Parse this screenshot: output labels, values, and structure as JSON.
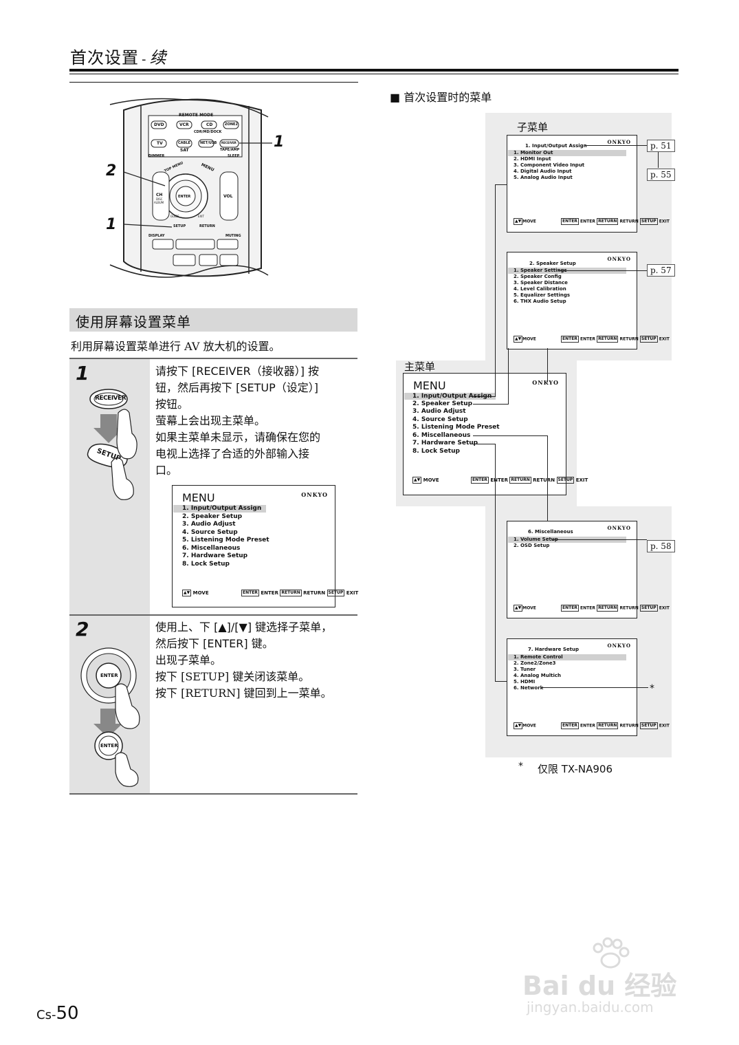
{
  "header": {
    "title": "首次设置",
    "dash": "-",
    "subtitle": "续"
  },
  "remote": {
    "callout_1a": "1",
    "callout_2": "2",
    "callout_1b": "1",
    "labels": {
      "remote_mode": "REMOTE MODE",
      "dvd": "DVD",
      "vcr": "VCR",
      "cd": "CD",
      "zone2": "ZONE2",
      "cdr": "CDR/MD/DOCK",
      "tv": "TV",
      "cable": "CABLE",
      "net_usb": "NET/USB",
      "receiver": "RECEIVER",
      "sat": "SAT",
      "tape_amp": "TAPE/AMP",
      "dimmer": "DIMMER",
      "sleep": "SLEEP",
      "top_menu": "TOP MENU",
      "menu": "MENU",
      "ch": "CH",
      "disc": "DISC",
      "album": "ALBUM",
      "vol": "VOL",
      "enter": "ENTER",
      "guide": "GUIDE",
      "exit": "EXIT",
      "setup": "SETUP",
      "return": "RETURN",
      "display": "DISPLAY",
      "muting": "MUTING"
    }
  },
  "section": {
    "heading": "使用屏幕设置菜单",
    "intro": "利用屏幕设置菜单进行 AV 放大机的设置。"
  },
  "steps": [
    {
      "number": "1",
      "lines_bold": [
        "请按下 [RECEIVER（接收器）] 按",
        "钮，然后再按下 [SETUP（设定）]",
        "按钮。"
      ],
      "lines": [
        "萤幕上会出现主菜单。",
        "如果主菜单未显示，请确保在您的",
        "电视上选择了合适的外部输入接",
        "口。"
      ],
      "btn_receiver": "RECEIVER",
      "btn_setup": "SETUP"
    },
    {
      "number": "2",
      "lines_bold": [
        "使用上、下 [▲]/[▼] 键选择子菜单，",
        "然后按下 [ENTER] 键。"
      ],
      "lines": [
        "出现子菜单。",
        "按下 [SETUP] 键关闭该菜单。",
        "按下 [RETURN] 键回到上一菜单。"
      ],
      "btn_enter": "ENTER"
    }
  ],
  "main_menu": {
    "title": "MENU",
    "logo": "ONKYO",
    "items": [
      "1. Input/Output Assign",
      "2. Speaker Setup",
      "3. Audio Adjust",
      "4. Source Setup",
      "5. Listening Mode Preset",
      "6. Miscellaneous",
      "7. Hardware Setup",
      "8. Lock Setup"
    ],
    "footer": {
      "move": "MOVE",
      "enter_key": "ENTER",
      "enter": "ENTER",
      "return_key": "RETURN",
      "return": "RETURN",
      "exit_key": "SETUP",
      "exit": "EXIT"
    }
  },
  "right": {
    "caption": "■ 首次设置时的菜单",
    "submenu_label": "子菜单",
    "mainmenu_label": "主菜单",
    "footnote_mark": "*",
    "footnote": "仅限 TX-NA906",
    "asterisk": "*",
    "refs": {
      "p51": "p. 51",
      "p55": "p. 55",
      "p57": "p. 57",
      "p58": "p. 58"
    },
    "submenus": [
      {
        "title": "1.   Input/Output Assign",
        "items": [
          "1.    Monitor Out",
          "2.    HDMI Input",
          "3.    Component Video Input",
          "4.    Digital Audio Input",
          "5.    Analog Audio Input"
        ]
      },
      {
        "title": "2.   Speaker Setup",
        "items": [
          "1.    Speaker Settings",
          "2.    Speaker Config",
          "3.    Speaker Distance",
          "4.    Level Calibration",
          "5.    Equalizer Settings",
          "6.    THX Audio Setup"
        ]
      },
      {
        "title": "6.   Miscellaneous",
        "items": [
          "1.    Volume Setup",
          "2.    OSD Setup"
        ]
      },
      {
        "title": "7.   Hardware Setup",
        "items": [
          "1.    Remote Control",
          "2.    Zone2/Zone3",
          "3.    Tuner",
          "4.    Analog Multich",
          "5.    HDMI",
          "6.    Network"
        ]
      }
    ]
  },
  "page_number": {
    "prefix": "Cs-",
    "number": "50"
  },
  "watermark": {
    "brand": "Bai du 经验",
    "url": "jingyan.baidu.com"
  }
}
